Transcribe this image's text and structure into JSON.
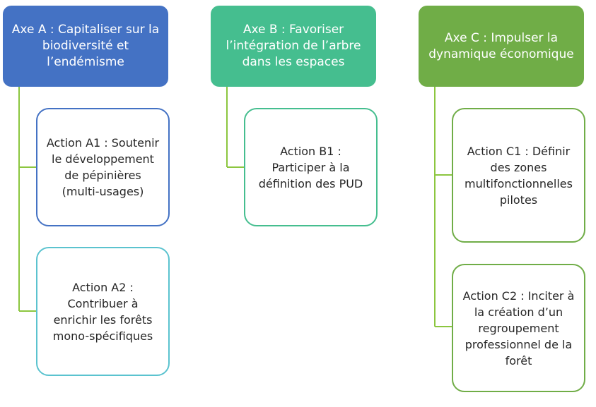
{
  "colors": {
    "axe_a": "#4472C4",
    "axe_b": "#45BE8F",
    "axe_c": "#70AD47",
    "border_a1": "#4472C4",
    "border_a2": "#5BC3CF",
    "border_b1": "#45BE8F",
    "border_c": "#70AD47",
    "connector": "#8CC63F"
  },
  "axes": {
    "a": {
      "label": "Axe A : Capitaliser sur la biodiversité et l’endémisme"
    },
    "b": {
      "label": "Axe B : Favoriser l’intégration de l’arbre dans les espaces"
    },
    "c": {
      "label": "Axe C : Impulser la dynamique économique"
    }
  },
  "actions": {
    "a1": {
      "label": "Action A1 : Soutenir le développement de pépinières (multi-usages)"
    },
    "a2": {
      "label": "Action A2 : Contribuer à enrichir les forêts mono-spécifiques"
    },
    "b1": {
      "label": "Action B1 : Participer à la définition des PUD"
    },
    "c1": {
      "label": "Action C1 : Définir des zones multifonctionnelles pilotes"
    },
    "c2": {
      "label": "Action C2 : Inciter à la création d’un regroupement professionnel de la forêt"
    }
  }
}
